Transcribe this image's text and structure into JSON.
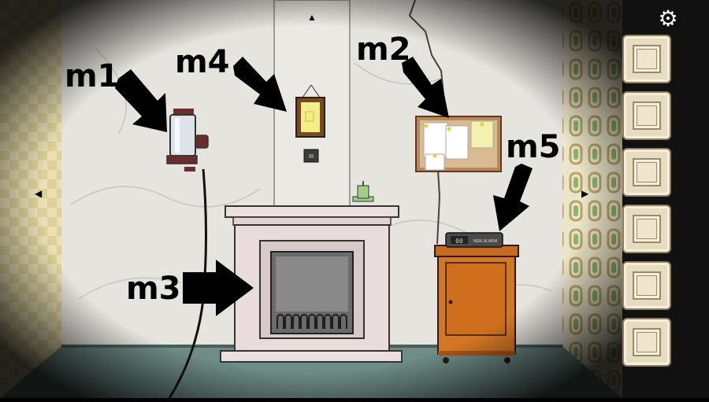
{
  "scene": {
    "markers": [
      {
        "id": "m1",
        "label": "m1"
      },
      {
        "id": "m2",
        "label": "m2"
      },
      {
        "id": "m3",
        "label": "m3"
      },
      {
        "id": "m4",
        "label": "m4"
      },
      {
        "id": "m5",
        "label": "m5"
      }
    ],
    "clock_text": "NEW ALARM",
    "clock_digits": "00"
  },
  "ui": {
    "settings_icon": "gear-icon",
    "nav_up_icon": "triangle-up-icon",
    "nav_left_icon": "triangle-left-icon",
    "nav_right_icon": "triangle-right-icon",
    "inventory_slots": 6
  },
  "colors": {
    "wall": "#e6e4de",
    "floor": "#6f8c86",
    "fireplace": "#e8dcdc",
    "cabinet": "#c86a1e",
    "inventory_bg": "#e8dcc0"
  }
}
